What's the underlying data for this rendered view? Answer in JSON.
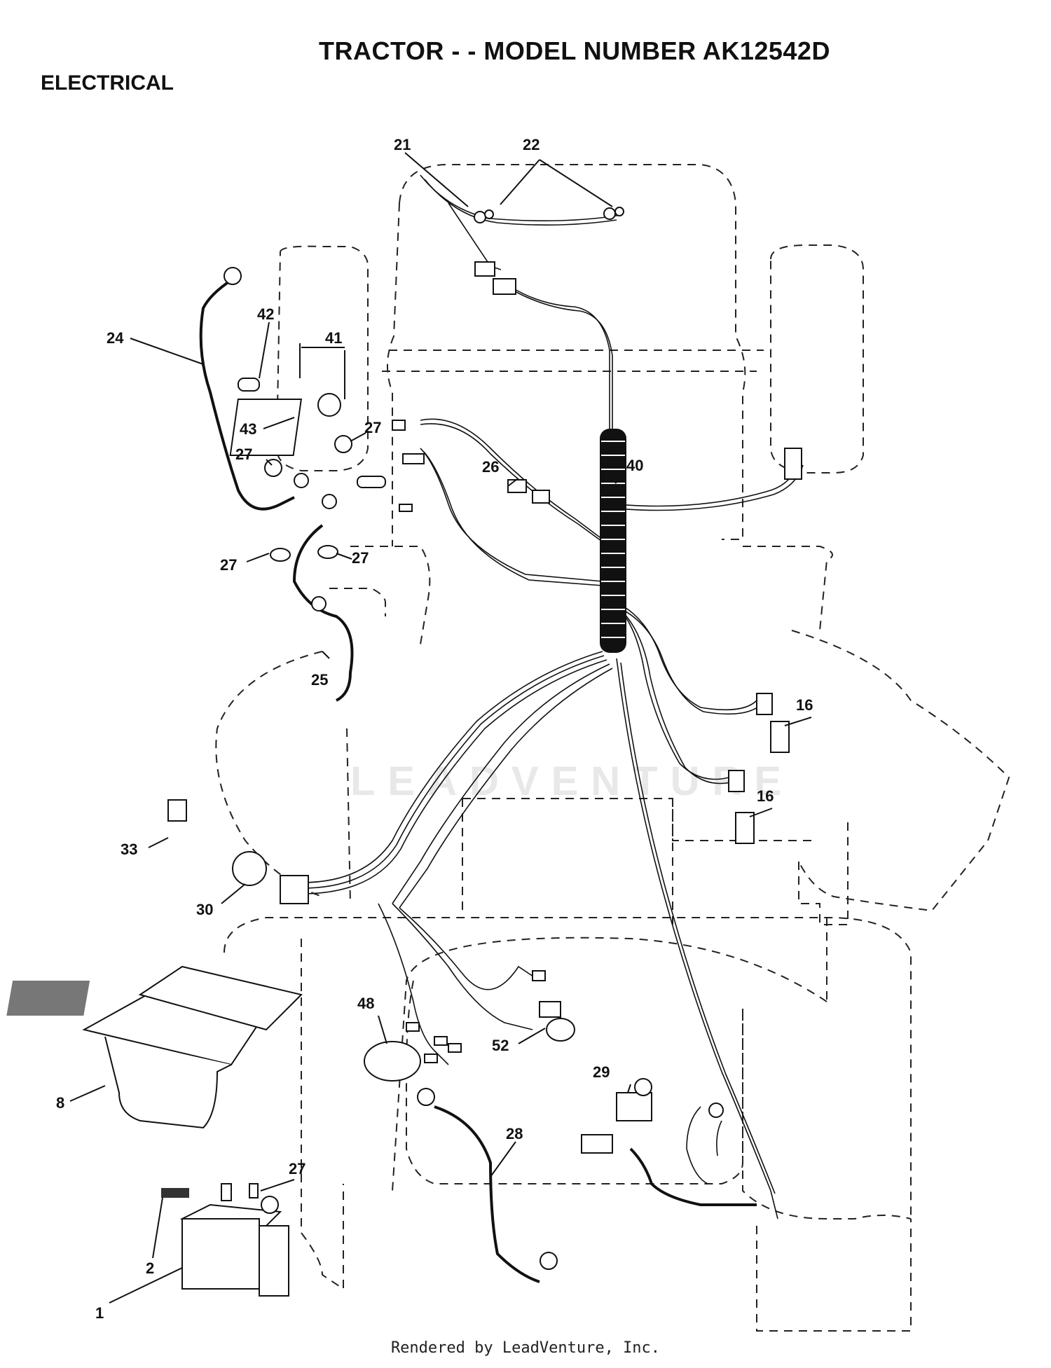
{
  "header": {
    "title": "TRACTOR - - MODEL NUMBER AK12542D",
    "section": "ELECTRICAL"
  },
  "watermark": "LEADVENTURE",
  "footer": "Rendered by LeadVenture, Inc.",
  "callouts": [
    {
      "id": "c21",
      "label": "21"
    },
    {
      "id": "c22",
      "label": "22"
    },
    {
      "id": "c24",
      "label": "24"
    },
    {
      "id": "c42",
      "label": "42"
    },
    {
      "id": "c41",
      "label": "41"
    },
    {
      "id": "c43",
      "label": "43"
    },
    {
      "id": "c27a",
      "label": "27"
    },
    {
      "id": "c27b",
      "label": "27"
    },
    {
      "id": "c27c",
      "label": "27"
    },
    {
      "id": "c27d",
      "label": "27"
    },
    {
      "id": "c26",
      "label": "26"
    },
    {
      "id": "c40",
      "label": "40"
    },
    {
      "id": "c25",
      "label": "25"
    },
    {
      "id": "c16a",
      "label": "16"
    },
    {
      "id": "c16b",
      "label": "16"
    },
    {
      "id": "c33",
      "label": "33"
    },
    {
      "id": "c30",
      "label": "30"
    },
    {
      "id": "c48",
      "label": "48"
    },
    {
      "id": "c52",
      "label": "52"
    },
    {
      "id": "c8",
      "label": "8"
    },
    {
      "id": "c29",
      "label": "29"
    },
    {
      "id": "c28",
      "label": "28"
    },
    {
      "id": "c27e",
      "label": "27"
    },
    {
      "id": "c2",
      "label": "2"
    },
    {
      "id": "c1",
      "label": "1"
    }
  ]
}
